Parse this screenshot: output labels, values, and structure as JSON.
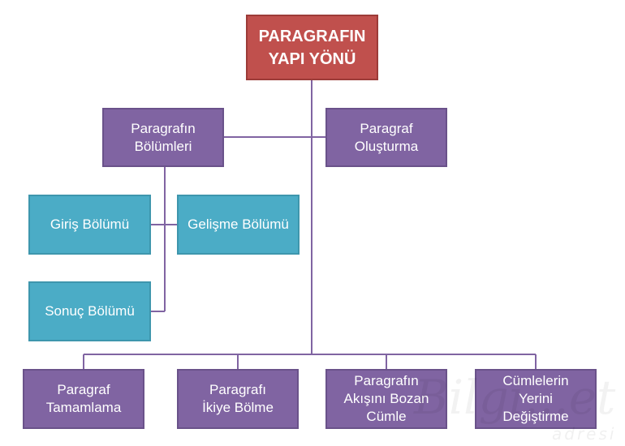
{
  "colors": {
    "root": "#c0504d",
    "purple": "#8064a2",
    "teal": "#4bacc6",
    "connector": "#8064a2"
  },
  "root": {
    "label": "PARAGRAFIN\nYAPI YÖNÜ"
  },
  "level1": {
    "bolumler": "Paragrafın\nBölümleri",
    "olusturma": "Paragraf\nOluşturma"
  },
  "sections": {
    "giris": "Giriş Bölümü",
    "gelisme": "Gelişme Bölümü",
    "sonuc": "Sonuç Bölümü"
  },
  "bottom": {
    "tamamlama": "Paragraf\nTamamlama",
    "ikiye_bolme": "Paragrafı\nİkiye Bölme",
    "akis_bozan": "Paragrafın\nAkışını Bozan\nCümle",
    "yer_degistirme": "Cümlelerin\nYerini\nDeğiştirme"
  },
  "watermark": {
    "main": "Bilgi...et",
    "sub": "adresi"
  }
}
